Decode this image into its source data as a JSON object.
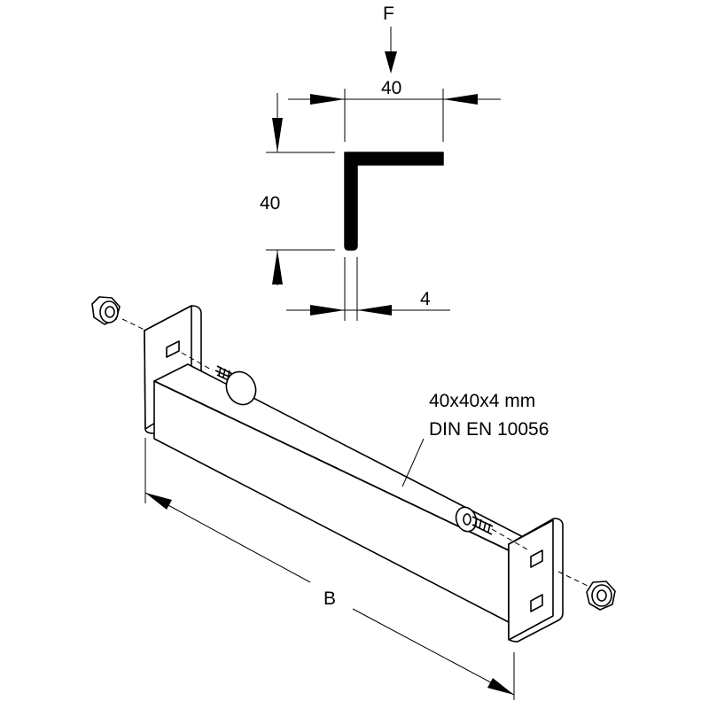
{
  "labels": {
    "force": "F",
    "top_width": "40",
    "height": "40",
    "thickness": "4",
    "profile_line1": "40x40x4 mm",
    "profile_line2": "DIN EN 10056",
    "length": "B"
  }
}
